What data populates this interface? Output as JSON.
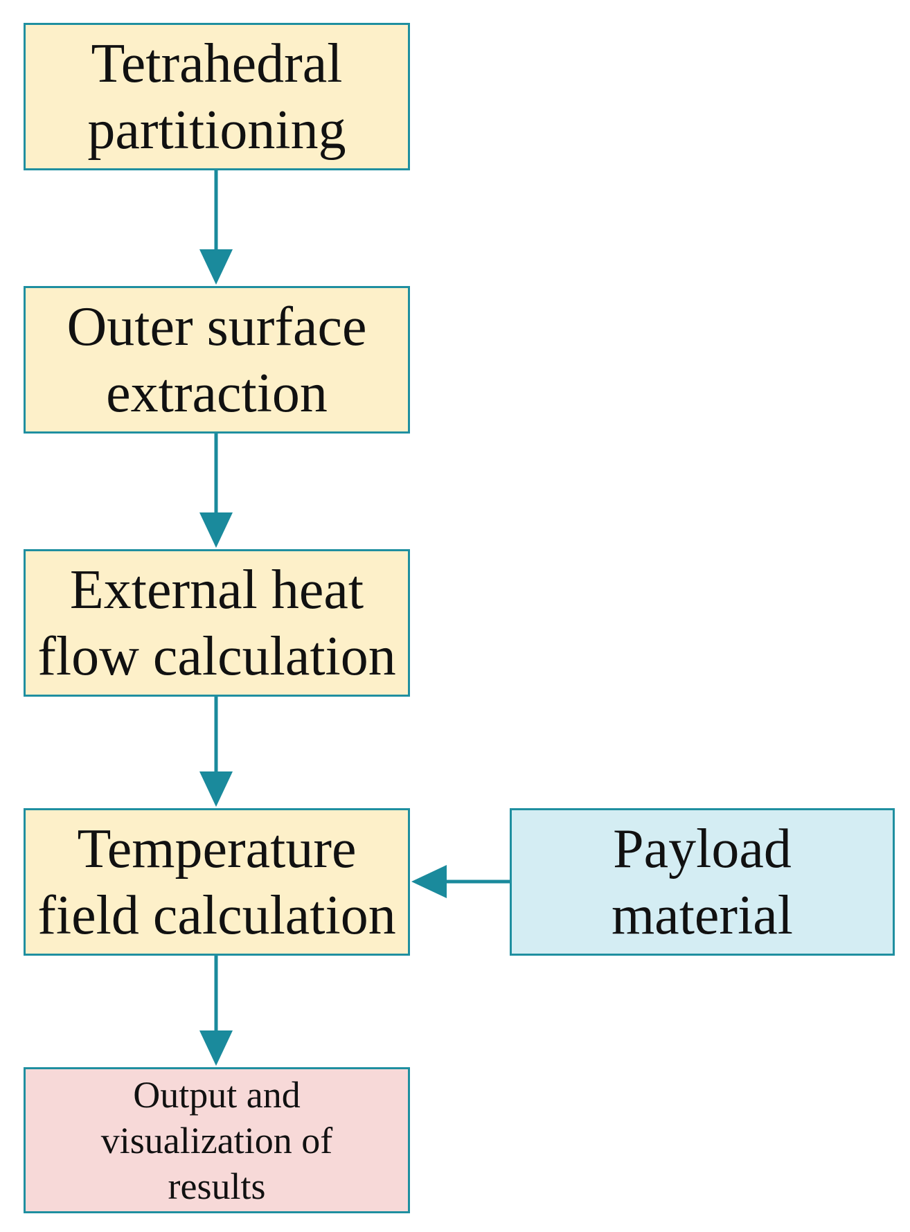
{
  "colors": {
    "process_fill": "#fdf0c9",
    "input_fill": "#d4edf3",
    "output_fill": "#f7d9d8",
    "border": "#1f8fa0",
    "arrow": "#1a8a9c"
  },
  "nodes": {
    "tetrahedral": {
      "label": "Tetrahedral\npartitioning"
    },
    "outer_surface": {
      "label": "Outer surface\nextraction"
    },
    "external_heat": {
      "label": "External heat\nflow calculation"
    },
    "temperature": {
      "label": "Temperature\nfield calculation"
    },
    "payload": {
      "label": "Payload\nmaterial"
    },
    "output": {
      "label": "Output and\nvisualization of\nresults"
    }
  },
  "edges": [
    {
      "from": "tetrahedral",
      "to": "outer_surface"
    },
    {
      "from": "outer_surface",
      "to": "external_heat"
    },
    {
      "from": "external_heat",
      "to": "temperature"
    },
    {
      "from": "payload",
      "to": "temperature"
    },
    {
      "from": "temperature",
      "to": "output"
    }
  ]
}
